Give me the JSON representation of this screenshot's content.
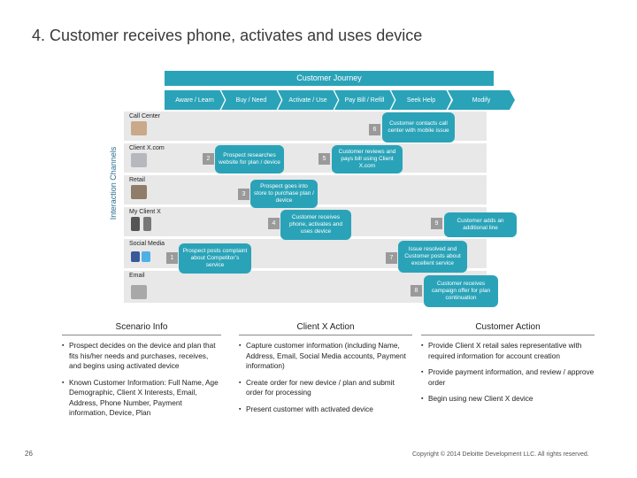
{
  "title": "4.  Customer receives phone, activates and uses device",
  "journey": {
    "header": "Customer Journey",
    "stages": [
      "Aware / Learn",
      "Buy / Need",
      "Activate / Use",
      "Pay Bill / Refill",
      "Seek Help",
      "Modify"
    ]
  },
  "side_label": "Interaction Channels",
  "channels": [
    "Call Center",
    "Client X.com",
    "Retail",
    "My Client X",
    "Social Media",
    "Email"
  ],
  "steps": [
    {
      "num": "6",
      "text": "Customer contacts call center with mobile issue"
    },
    {
      "num": "2",
      "text": "Prospect researches website for plan / device"
    },
    {
      "num": "5",
      "text": "Customer reviews and pays bill using Client X.com"
    },
    {
      "num": "3",
      "text": "Prospect goes into store to purchase plan / device"
    },
    {
      "num": "4",
      "text": "Customer receives phone, activates and uses device"
    },
    {
      "num": "9",
      "text": "Customer adds an additional line"
    },
    {
      "num": "1",
      "text": "Prospect posts complaint about Competitor’s service"
    },
    {
      "num": "7",
      "text": "Issue resolved and Customer posts about excellent service"
    },
    {
      "num": "8",
      "text": "Customer receives campaign offer for plan continuation"
    }
  ],
  "columns": [
    {
      "title": "Scenario Info",
      "items": [
        "Prospect decides on the device and plan that fits his/her needs and purchases, receives, and begins using activated device",
        "Known Customer Information: Full Name, Age Demographic, Client X Interests, Email, Address, Phone Number, Payment information, Device, Plan"
      ]
    },
    {
      "title": "Client X Action",
      "items": [
        "Capture customer information (including Name, Address, Email, Social Media accounts, Payment information)",
        "Create order for new device / plan and submit order for processing",
        "Present customer with activated device"
      ]
    },
    {
      "title": "Customer Action",
      "items": [
        "Provide Client X retail sales representative with required information for account creation",
        "Provide payment information, and review / approve order",
        "Begin using new Client X device"
      ]
    }
  ],
  "page_number": "26",
  "copyright": "Copyright © 2014 Deloitte Development LLC. All rights reserved.",
  "colors": {
    "accent": "#2aa3b8",
    "lane": "#e8e8e8",
    "step_badge": "#9a9a9a"
  }
}
